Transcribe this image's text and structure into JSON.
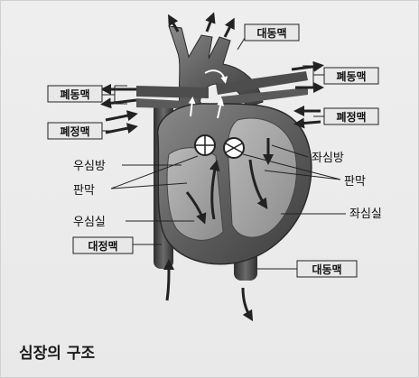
{
  "labels": {
    "aorta_top": "대동맥",
    "pulmonary_artery_left": "폐동맥",
    "pulmonary_vein_left": "폐정맥",
    "pulmonary_artery_right": "폐동맥",
    "pulmonary_vein_right": "폐정맥",
    "right_atrium": "우심방",
    "valve_left": "판막",
    "right_ventricle": "우심실",
    "vena_cava": "대정맥",
    "left_atrium": "좌심방",
    "valve_right": "판막",
    "left_ventricle": "좌심실",
    "aorta_bottom": "대동맥"
  },
  "caption": "심장의 구조"
}
